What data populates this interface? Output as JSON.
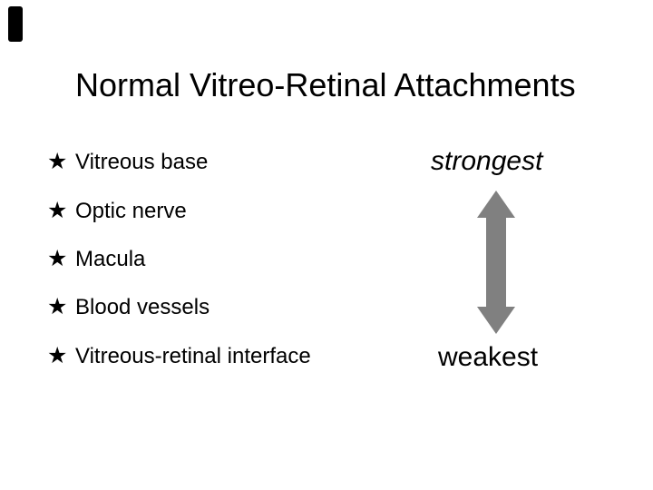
{
  "slide": {
    "title": "Normal Vitreo-Retinal Attachments",
    "bullet_char": "★",
    "bullets": [
      "Vitreous base",
      "Optic nerve",
      "Macula",
      "Blood vessels",
      "Vitreous-retinal interface"
    ],
    "scale": {
      "strongest_label": "strongest",
      "weakest_label": "weakest"
    },
    "colors": {
      "background": "#ffffff",
      "text": "#000000",
      "arrow": "#808080"
    }
  }
}
